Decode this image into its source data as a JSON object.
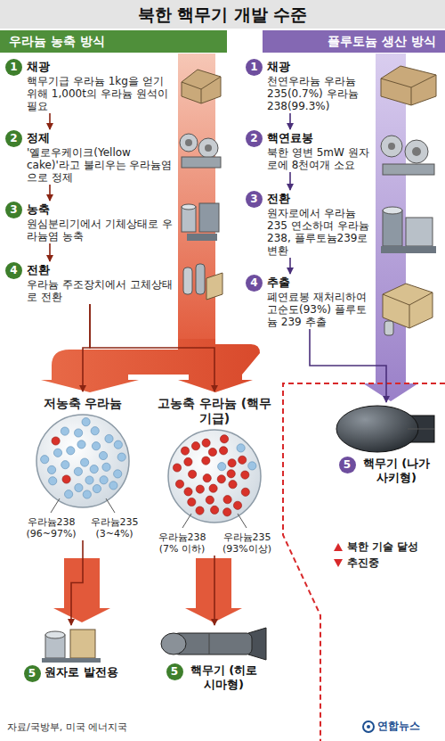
{
  "diagram": {
    "title": "북한 핵무기 개발 수준",
    "nodes": [
      {
        "text": [
          "우라늄 농축 방식"
        ]
      },
      {
        "text": [
          "플루토늄 생산 방식"
        ]
      },
      {
        "text": [
          "1",
          "채광",
          "핵무기급 우라늄 1kg을 얻기 위해 1,000t의 우라늄 원석이 필요"
        ]
      },
      {
        "text": [
          "2",
          "정제",
          "'옐로우케이크(Yellow cake)'라고 불리우는 우라늄염으로 정제"
        ]
      },
      {
        "text": [
          "3",
          "농축",
          "원심분리기에서 기체상태로 우라늄염 농축"
        ]
      },
      {
        "text": [
          "4",
          "전환",
          "우라늄 주조장치에서 고체상태로 전환"
        ]
      },
      {
        "text": [
          "저농축 우라늄",
          "우라늄238 (96~97%)",
          "우라늄235 (3~4%)"
        ]
      },
      {
        "text": [
          "고농축 우라늄 (핵무기급)",
          "우라늄238 (7% 이하)",
          "우라늄235 (93%이상)"
        ]
      },
      {
        "text": [
          "5",
          "원자로 발전용"
        ]
      },
      {
        "text": [
          "5",
          "핵무기 (히로시마형)"
        ]
      },
      {
        "text": [
          "1",
          "채광",
          "천연우라늄 우라늄235(0.7%) 우라늄238(99.3%)"
        ]
      },
      {
        "text": [
          "2",
          "핵연료봉",
          "북한 영변 5mW 원자로에 8천여개 소요"
        ]
      },
      {
        "text": [
          "3",
          "전환",
          "원자로에서 우라늄235 연소하며 우라늄238, 플루토늄239로 변환"
        ]
      },
      {
        "text": [
          "4",
          "추출",
          "폐연료봉 재처리하여 고순도(93%) 플루토늄 239 추출"
        ]
      },
      {
        "text": [
          "5",
          "핵무기 (나가사키형)"
        ]
      }
    ],
    "edges": [
      {
        "from": 2,
        "to": 3,
        "arrow": "to"
      },
      {
        "from": 3,
        "to": 4,
        "arrow": "to"
      },
      {
        "from": 4,
        "to": 5,
        "arrow": "to"
      },
      {
        "from": 5,
        "to": 6,
        "arrow": "to"
      },
      {
        "from": 5,
        "to": 7,
        "arrow": "to"
      },
      {
        "from": 6,
        "to": 8,
        "arrow": "to"
      },
      {
        "from": 7,
        "to": 9,
        "arrow": "to"
      },
      {
        "from": 10,
        "to": 11,
        "arrow": "to"
      },
      {
        "from": 11,
        "to": 12,
        "arrow": "to"
      },
      {
        "from": 12,
        "to": 13,
        "arrow": "to"
      },
      {
        "from": 13,
        "to": 14,
        "arrow": "to"
      }
    ],
    "labels": [
      "자료/국방부, 미국 에너지국",
      "연합뉴스"
    ],
    "legend": [
      {
        "text": "북한 기술 달성"
      },
      {
        "text": "추진중"
      }
    ]
  }
}
